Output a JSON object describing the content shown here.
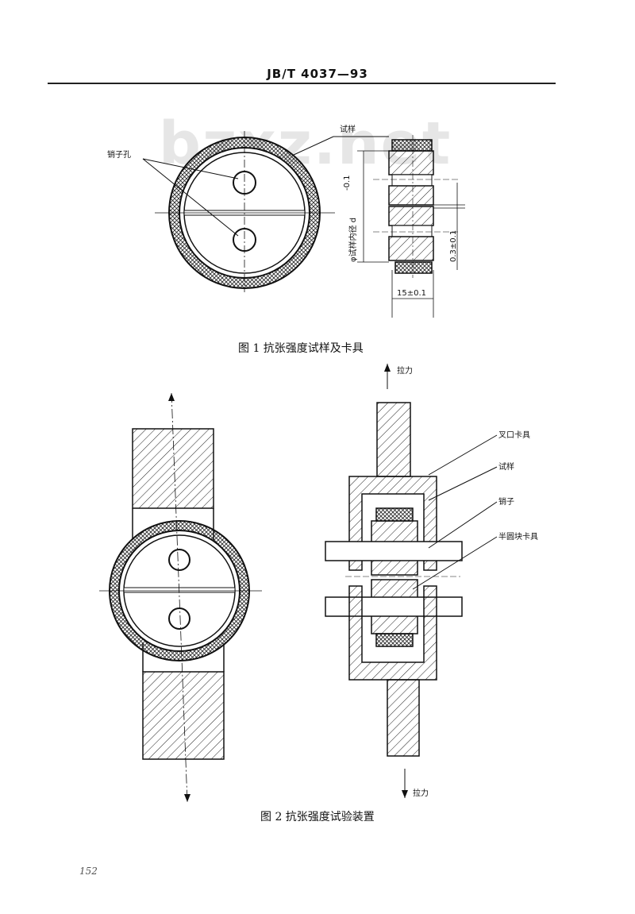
{
  "header": {
    "doc_code": "JB/T 4037—93"
  },
  "watermark": "bzxz.net",
  "figure1": {
    "caption": "图 1   抗张强度试样及卡具",
    "label_specimen": "试样",
    "label_pin_hole": "销子孔",
    "label_inner_diameter": "φ试样内径 d",
    "label_inner_diameter_tol": "-0.1",
    "dim_width": "15±0.1",
    "dim_gap": "0.3±0.1"
  },
  "figure2": {
    "caption": "图 2   抗张强度试验装置",
    "label_pull_top": "拉力",
    "label_pull_bottom": "拉力",
    "label_fork_clamp": "叉口卡具",
    "label_specimen": "试样",
    "label_pin": "销子",
    "label_half_disk_clamp": "半圆块卡具"
  },
  "page_number": "152"
}
